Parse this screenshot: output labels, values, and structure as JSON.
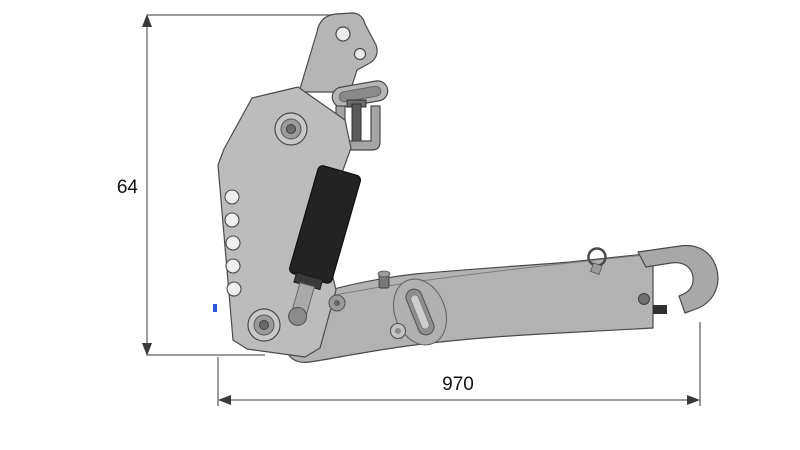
{
  "page": {
    "background": "#ffffff"
  },
  "drawing": {
    "name": "tractor-lower-hitch-link-side-view",
    "type": "technical-diagram",
    "dimensions": {
      "height": {
        "label": "64",
        "orientation": "vertical"
      },
      "length": {
        "label": "970",
        "orientation": "horizontal"
      }
    },
    "colors": {
      "part_fill": "#b8b8b8",
      "part_fill_dark": "#8f8f8f",
      "cylinder_fill": "#232323",
      "outline": "#4a4a4a",
      "dimension_line": "#3a3a3a",
      "accent_blue": "#2a5bd7",
      "background": "#ffffff"
    }
  }
}
